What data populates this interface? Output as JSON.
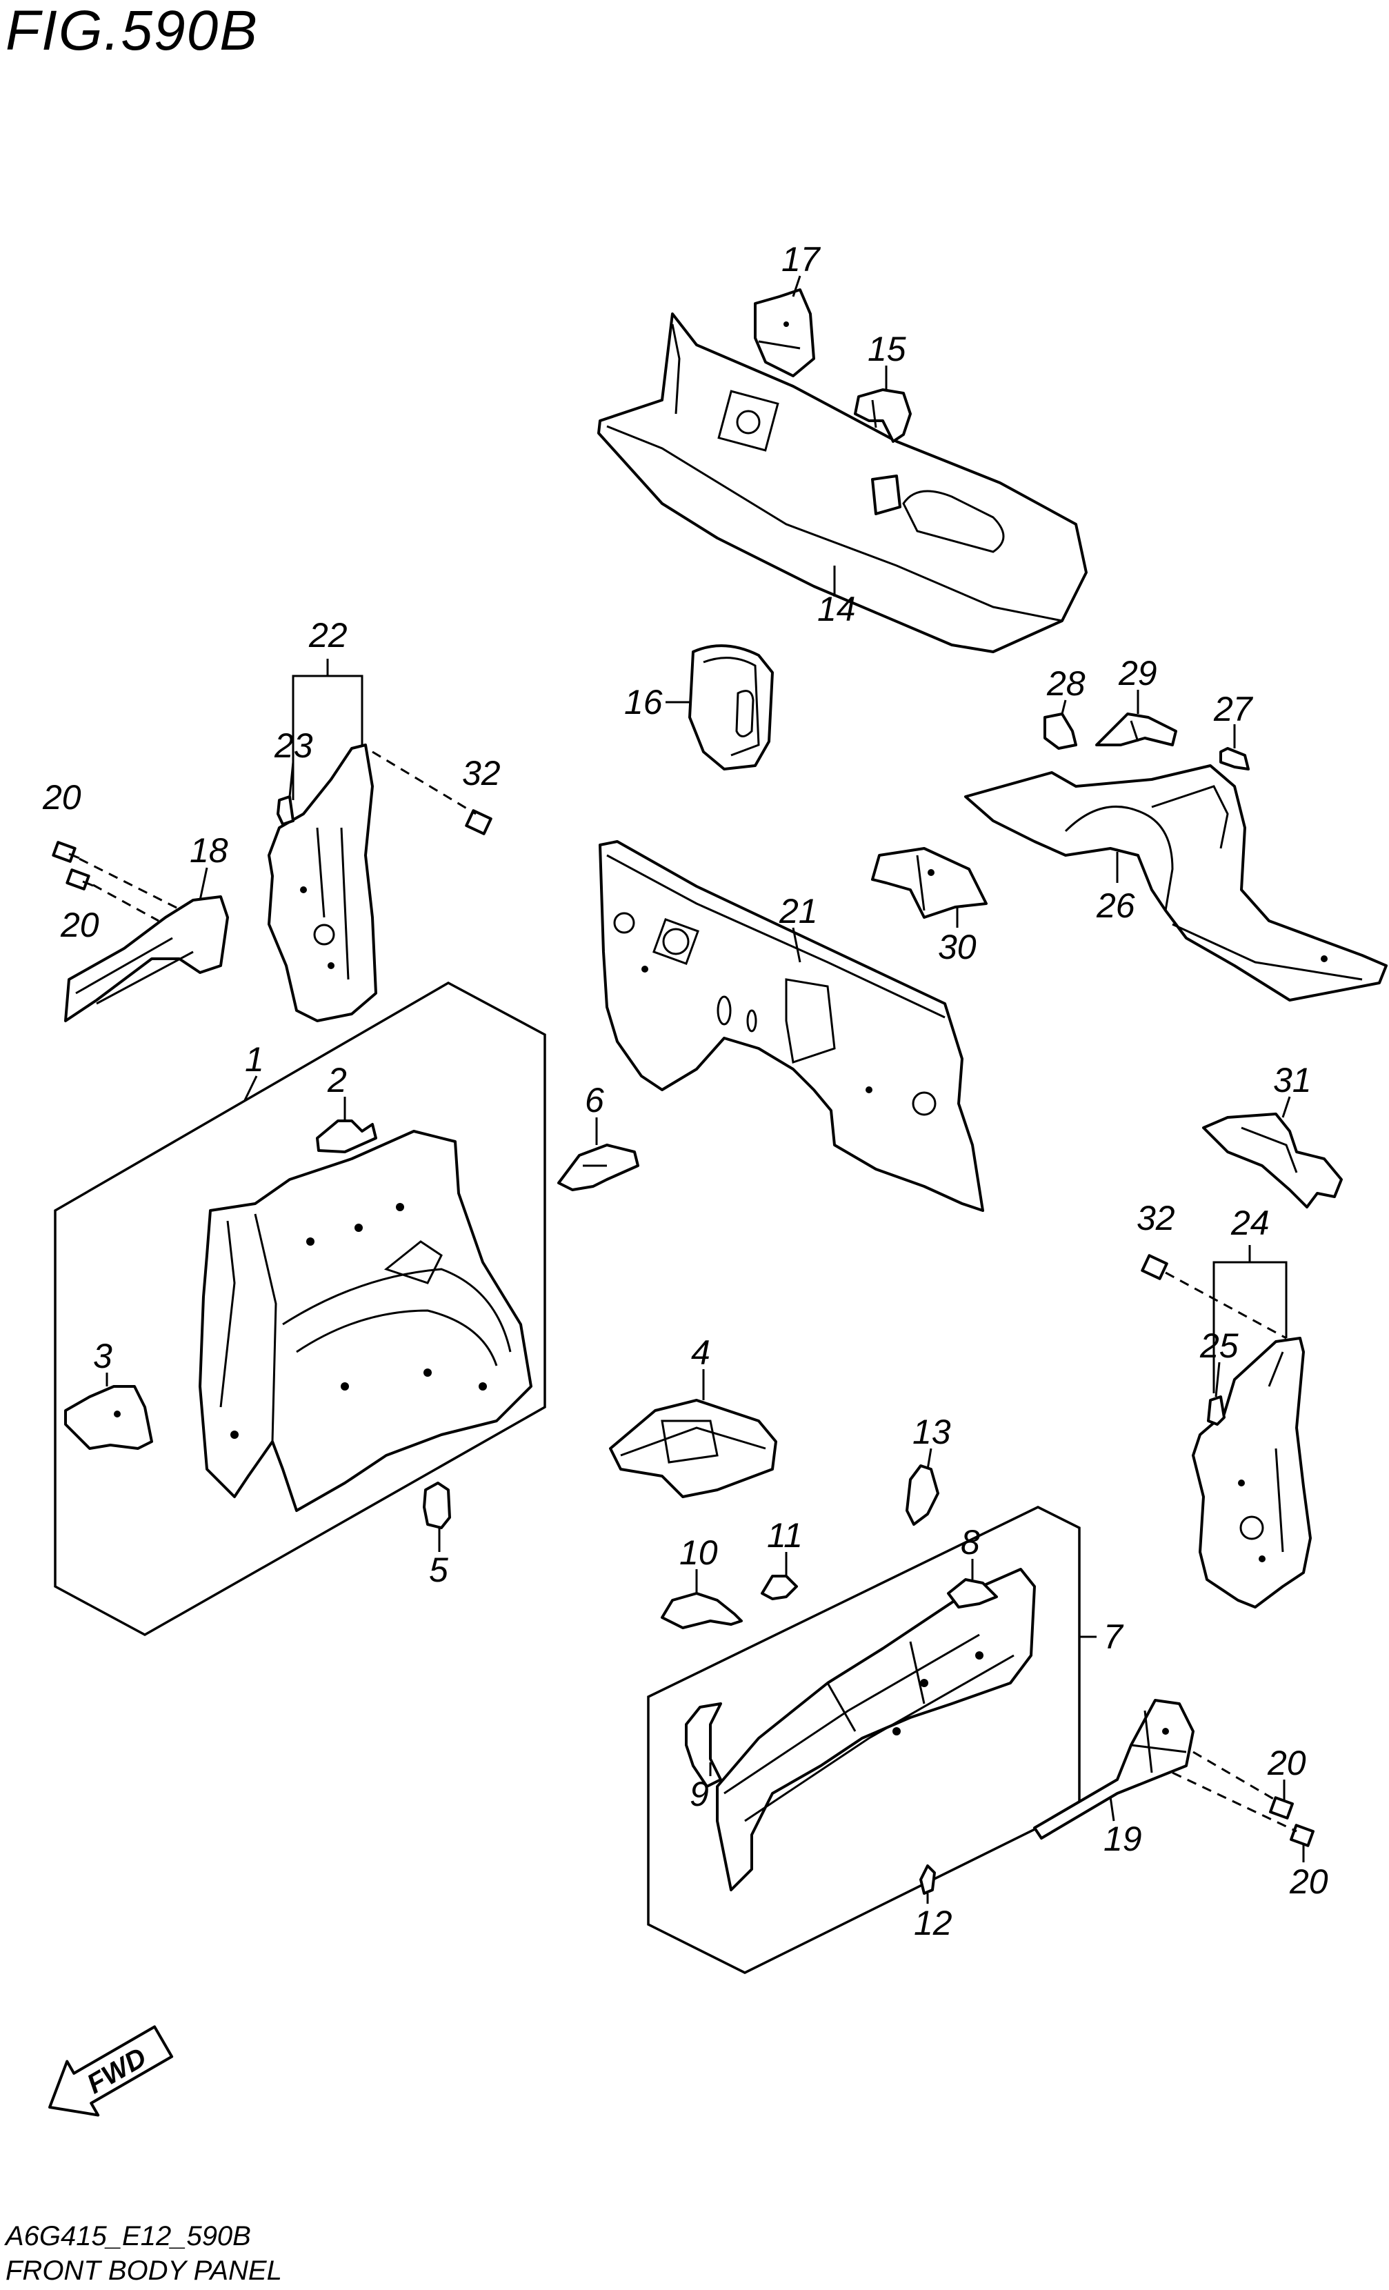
{
  "title": "FIG.590B",
  "footer": {
    "code": "A6G415_E12_590B",
    "name": "FRONT BODY PANEL"
  },
  "fwd_label": "FWD",
  "callouts": [
    {
      "id": "1",
      "text": "1"
    },
    {
      "id": "2",
      "text": "2"
    },
    {
      "id": "3",
      "text": "3"
    },
    {
      "id": "4",
      "text": "4"
    },
    {
      "id": "5",
      "text": "5"
    },
    {
      "id": "6",
      "text": "6"
    },
    {
      "id": "7",
      "text": "7"
    },
    {
      "id": "8",
      "text": "8"
    },
    {
      "id": "9",
      "text": "9"
    },
    {
      "id": "10",
      "text": "10"
    },
    {
      "id": "11",
      "text": "11"
    },
    {
      "id": "12",
      "text": "12"
    },
    {
      "id": "13",
      "text": "13"
    },
    {
      "id": "14",
      "text": "14"
    },
    {
      "id": "15",
      "text": "15"
    },
    {
      "id": "16",
      "text": "16"
    },
    {
      "id": "17",
      "text": "17"
    },
    {
      "id": "18",
      "text": "18"
    },
    {
      "id": "19",
      "text": "19"
    },
    {
      "id": "20a",
      "text": "20"
    },
    {
      "id": "20b",
      "text": "20"
    },
    {
      "id": "20c",
      "text": "20"
    },
    {
      "id": "20d",
      "text": "20"
    },
    {
      "id": "21",
      "text": "21"
    },
    {
      "id": "22",
      "text": "22"
    },
    {
      "id": "23",
      "text": "23"
    },
    {
      "id": "24",
      "text": "24"
    },
    {
      "id": "25",
      "text": "25"
    },
    {
      "id": "26",
      "text": "26"
    },
    {
      "id": "27",
      "text": "27"
    },
    {
      "id": "28",
      "text": "28"
    },
    {
      "id": "29",
      "text": "29"
    },
    {
      "id": "30",
      "text": "30"
    },
    {
      "id": "31",
      "text": "31"
    },
    {
      "id": "32a",
      "text": "32"
    },
    {
      "id": "32b",
      "text": "32"
    }
  ]
}
